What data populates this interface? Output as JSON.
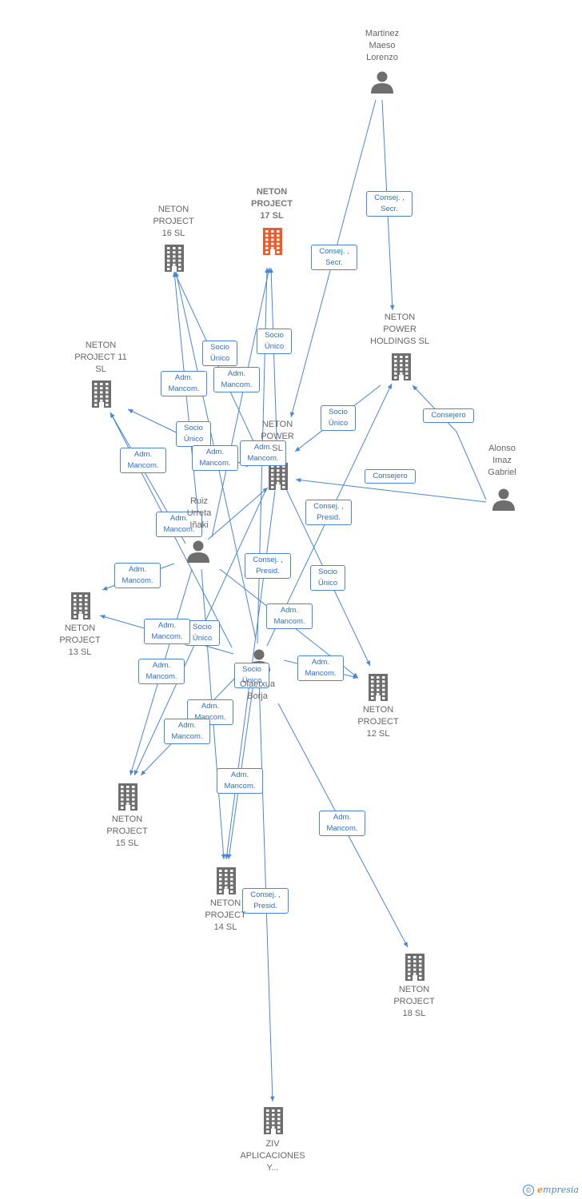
{
  "colors": {
    "edge": "#4a86d8",
    "node": "#6e6e6e",
    "highlight": "#f05a28"
  },
  "nodes": [
    {
      "id": "martinez",
      "type": "person",
      "label": "Martinez\nMaeso\nLorenzo"
    },
    {
      "id": "n17",
      "type": "company",
      "label": "NETON\nPROJECT\n17  SL",
      "highlight": true
    },
    {
      "id": "n16",
      "type": "company",
      "label": "NETON\nPROJECT\n16  SL"
    },
    {
      "id": "holdings",
      "type": "company",
      "label": "NETON\nPOWER\nHOLDINGS  SL"
    },
    {
      "id": "n11",
      "type": "company",
      "label": "NETON\nPROJECT 11\nSL"
    },
    {
      "id": "power",
      "type": "company",
      "label": "NETON\nPOWER\nSL"
    },
    {
      "id": "alonso",
      "type": "person",
      "label": "Alonso\nImaz\nGabriel"
    },
    {
      "id": "ruiz",
      "type": "person",
      "label": "Ruiz\nUrreta\nIñaki"
    },
    {
      "id": "n13",
      "type": "company",
      "label": "NETON\nPROJECT\n13  SL"
    },
    {
      "id": "borja",
      "type": "person",
      "label": "Olaetxua\nBorja"
    },
    {
      "id": "n12",
      "type": "company",
      "label": "NETON\nPROJECT\n12  SL"
    },
    {
      "id": "n15",
      "type": "company",
      "label": "NETON\nPROJECT\n15  SL"
    },
    {
      "id": "n14",
      "type": "company",
      "label": "NETON\nPROJECT\n14  SL"
    },
    {
      "id": "n18",
      "type": "company",
      "label": "NETON\nPROJECT\n18  SL"
    },
    {
      "id": "ziv",
      "type": "company",
      "label": "ZIV\nAPLICACIONES\nY..."
    }
  ],
  "edges": [
    {
      "from": "martinez",
      "to": "holdings",
      "label": "Consej. ,\nSecr."
    },
    {
      "from": "martinez",
      "to": "power",
      "label": "Consej. ,\nSecr."
    },
    {
      "from": "holdings",
      "to": "power",
      "label": "Socio\nÚnico"
    },
    {
      "from": "alonso",
      "to": "holdings",
      "label": "Consejero"
    },
    {
      "from": "alonso",
      "to": "power",
      "label": "Consejero"
    },
    {
      "from": "power",
      "to": "n17",
      "label": "Socio\nÚnico"
    },
    {
      "from": "power",
      "to": "n16",
      "label": "Socio\nÚnico"
    },
    {
      "from": "power",
      "to": "n11",
      "label": "Socio\nÚnico"
    },
    {
      "from": "power",
      "to": "n12",
      "label": "Socio\nÚnico"
    },
    {
      "from": "power",
      "to": "n15",
      "label": "Socio\nÚnico"
    },
    {
      "from": "power",
      "to": "n14",
      "label": "Socio\nÚnico"
    },
    {
      "from": "ruiz",
      "to": "power",
      "label": "Consej. ,\nPresid."
    },
    {
      "from": "borja",
      "to": "holdings",
      "label": "Consej. ,\nPresid."
    },
    {
      "from": "ruiz",
      "to": "n16",
      "label": "Adm.\nMancom."
    },
    {
      "from": "ruiz",
      "to": "n17",
      "label": "Adm.\nMancom."
    },
    {
      "from": "ruiz",
      "to": "n11",
      "label": "Adm.\nMancom."
    },
    {
      "from": "ruiz",
      "to": "n13",
      "label": "Adm.\nMancom."
    },
    {
      "from": "ruiz",
      "to": "n15",
      "label": "Adm.\nMancom."
    },
    {
      "from": "ruiz",
      "to": "n14",
      "label": "Adm.\nMancom."
    },
    {
      "from": "ruiz",
      "to": "n12",
      "label": "Adm.\nMancom."
    },
    {
      "from": "borja",
      "to": "n16",
      "label": "Adm.\nMancom."
    },
    {
      "from": "borja",
      "to": "n17",
      "label": "Adm.\nMancom."
    },
    {
      "from": "borja",
      "to": "n11",
      "label": "Adm.\nMancom."
    },
    {
      "from": "borja",
      "to": "n13",
      "label": "Adm.\nMancom."
    },
    {
      "from": "borja",
      "to": "n12",
      "label": "Adm.\nMancom."
    },
    {
      "from": "borja",
      "to": "n15",
      "label": "Adm.\nMancom."
    },
    {
      "from": "borja",
      "to": "n14",
      "label": "Adm.\nMancom."
    },
    {
      "from": "borja",
      "to": "n18",
      "label": "Adm.\nMancom."
    },
    {
      "from": "borja",
      "to": "ziv",
      "label": "Consej. ,\nPresid."
    }
  ],
  "copyright": {
    "symbol": "©",
    "brand_initial": "e",
    "brand_rest": "mpresia"
  }
}
